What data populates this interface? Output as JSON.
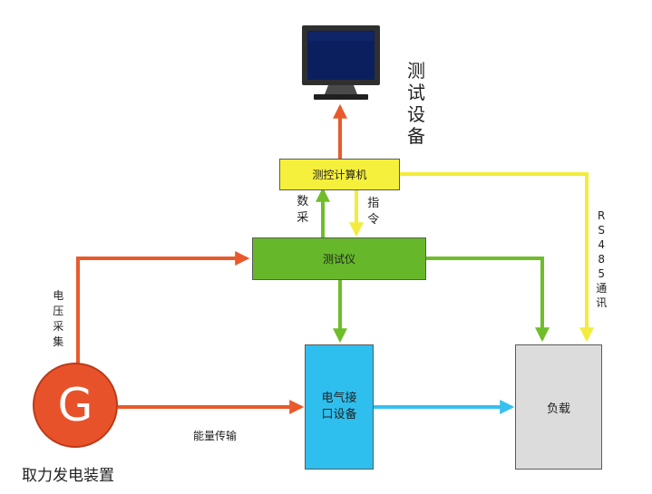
{
  "colors": {
    "red": "#e85a2c",
    "green": "#6fbd2a",
    "yellow": "#f2ec3c",
    "blue": "#35c0ef",
    "computer_box": "#f5f03c",
    "tester_box": "#66b82a",
    "interface_box": "#2fbfee",
    "load_box": "#dcdcdc",
    "generator": "#e8522a"
  },
  "icons": {
    "monitor": "monitor-icon"
  },
  "labels": {
    "test_equipment": "测试设备",
    "computer": "测控计算机",
    "data_acq": "数采",
    "command": "指令",
    "rs485": "RS485通讯",
    "tester": "测试仪",
    "voltage_acq": "电压采集",
    "interface_line1": "电气接",
    "interface_line2": "口设备",
    "load": "负载",
    "energy": "能量传输",
    "generator_letter": "G",
    "generator_caption": "取力发电装置"
  }
}
